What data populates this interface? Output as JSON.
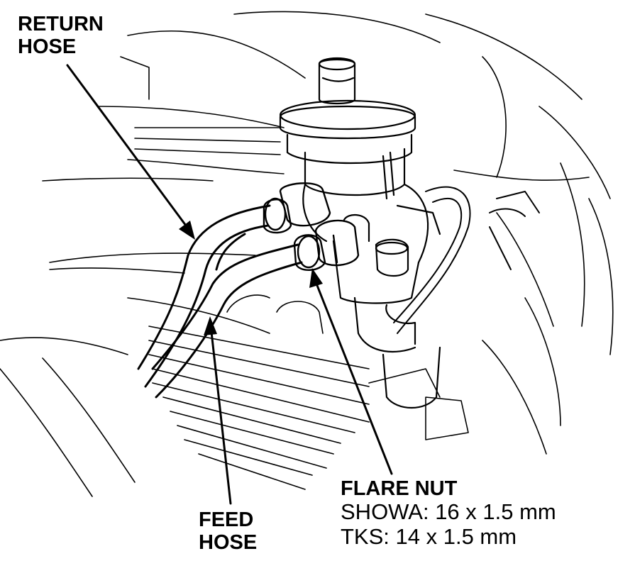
{
  "labels": {
    "return_hose": [
      "RETURN",
      "HOSE"
    ],
    "feed_hose": [
      "FEED",
      "HOSE"
    ],
    "flare_nut": {
      "title": "FLARE NUT",
      "lines": [
        "SHOWA: 16 x 1.5 mm",
        "TKS: 14 x 1.5 mm"
      ]
    }
  },
  "colors": {
    "ink": "#000000",
    "background": "#ffffff"
  }
}
